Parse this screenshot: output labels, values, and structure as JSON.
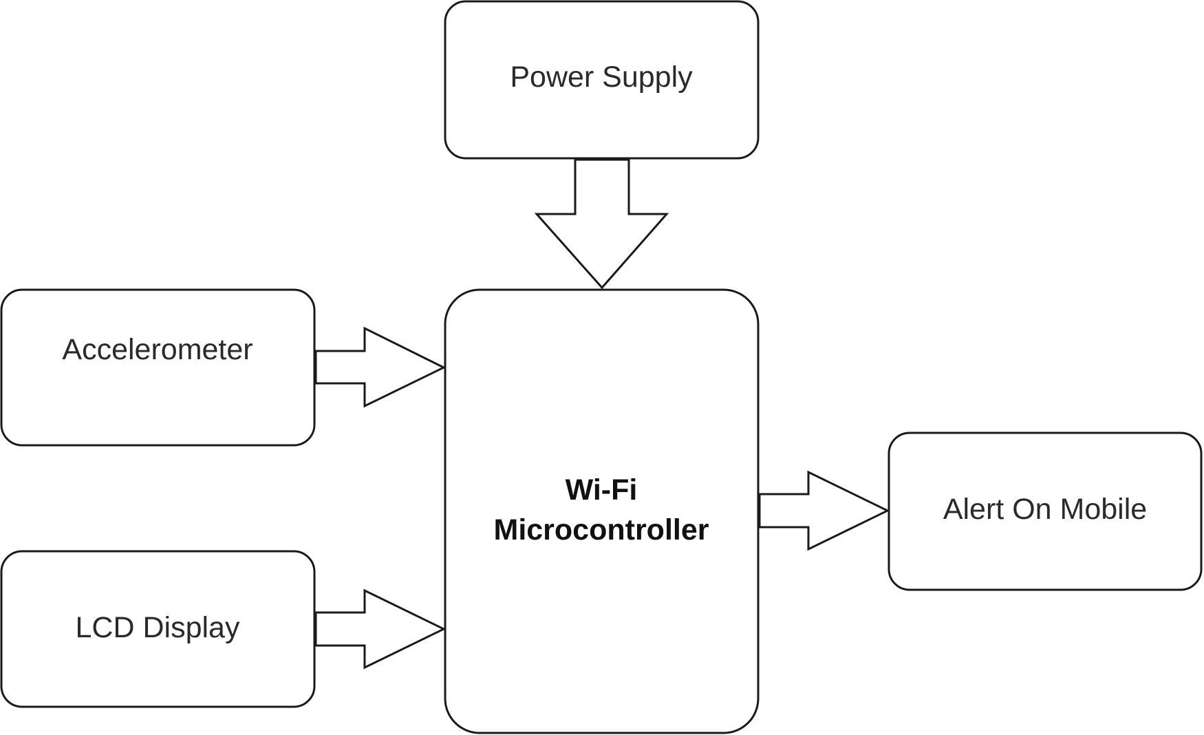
{
  "diagram": {
    "nodes": {
      "power_supply": "Power Supply",
      "accelerometer": "Accelerometer",
      "lcd_display": "LCD Display",
      "microcontroller_line1": "Wi-Fi",
      "microcontroller_line2": "Microcontroller",
      "alert": "Alert On Mobile"
    },
    "edges": [
      {
        "from": "Power Supply",
        "to": "Wi-Fi Microcontroller"
      },
      {
        "from": "Accelerometer",
        "to": "Wi-Fi Microcontroller"
      },
      {
        "from": "LCD Display",
        "to": "Wi-Fi Microcontroller"
      },
      {
        "from": "Wi-Fi Microcontroller",
        "to": "Alert On Mobile"
      }
    ],
    "colors": {
      "stroke": "#1a1a1a",
      "fill": "#ffffff",
      "text": "#2a2a2a"
    }
  }
}
